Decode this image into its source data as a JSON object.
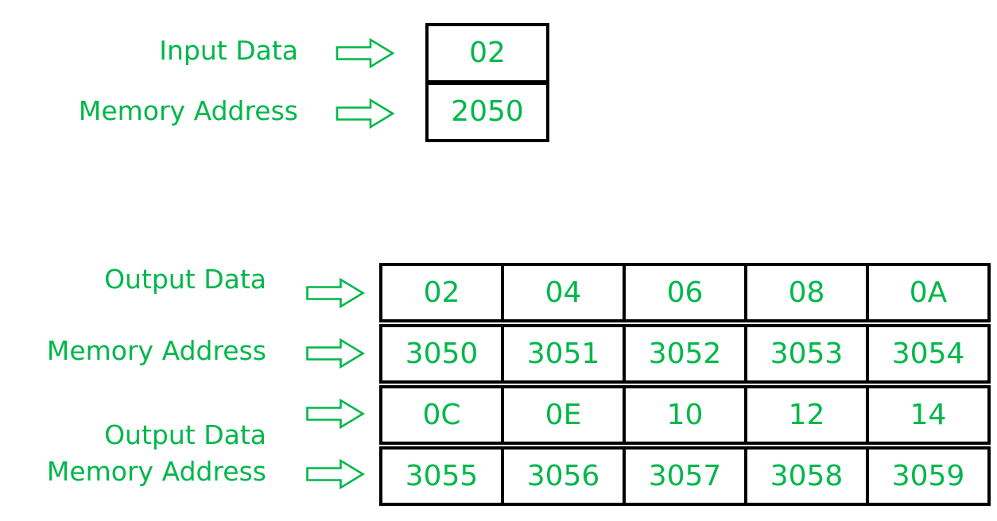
{
  "colors": {
    "text_green": "#00b74a",
    "box_border": "#000000",
    "background": "#ffffff"
  },
  "icons": {
    "arrow": "right-block-arrow"
  },
  "input_block": {
    "rows": [
      {
        "label": "Input Data",
        "value": "02"
      },
      {
        "label": "Memory Address",
        "value": "2050"
      }
    ]
  },
  "output_block": {
    "row_labels": [
      "Output Data",
      "Memory Address",
      "Output Data",
      "Memory Address"
    ],
    "table": [
      [
        "02",
        "04",
        "06",
        "08",
        "0A"
      ],
      [
        "3050",
        "3051",
        "3052",
        "3053",
        "3054"
      ],
      [
        "0C",
        "0E",
        "10",
        "12",
        "14"
      ],
      [
        "3055",
        "3056",
        "3057",
        "3058",
        "3059"
      ]
    ]
  }
}
